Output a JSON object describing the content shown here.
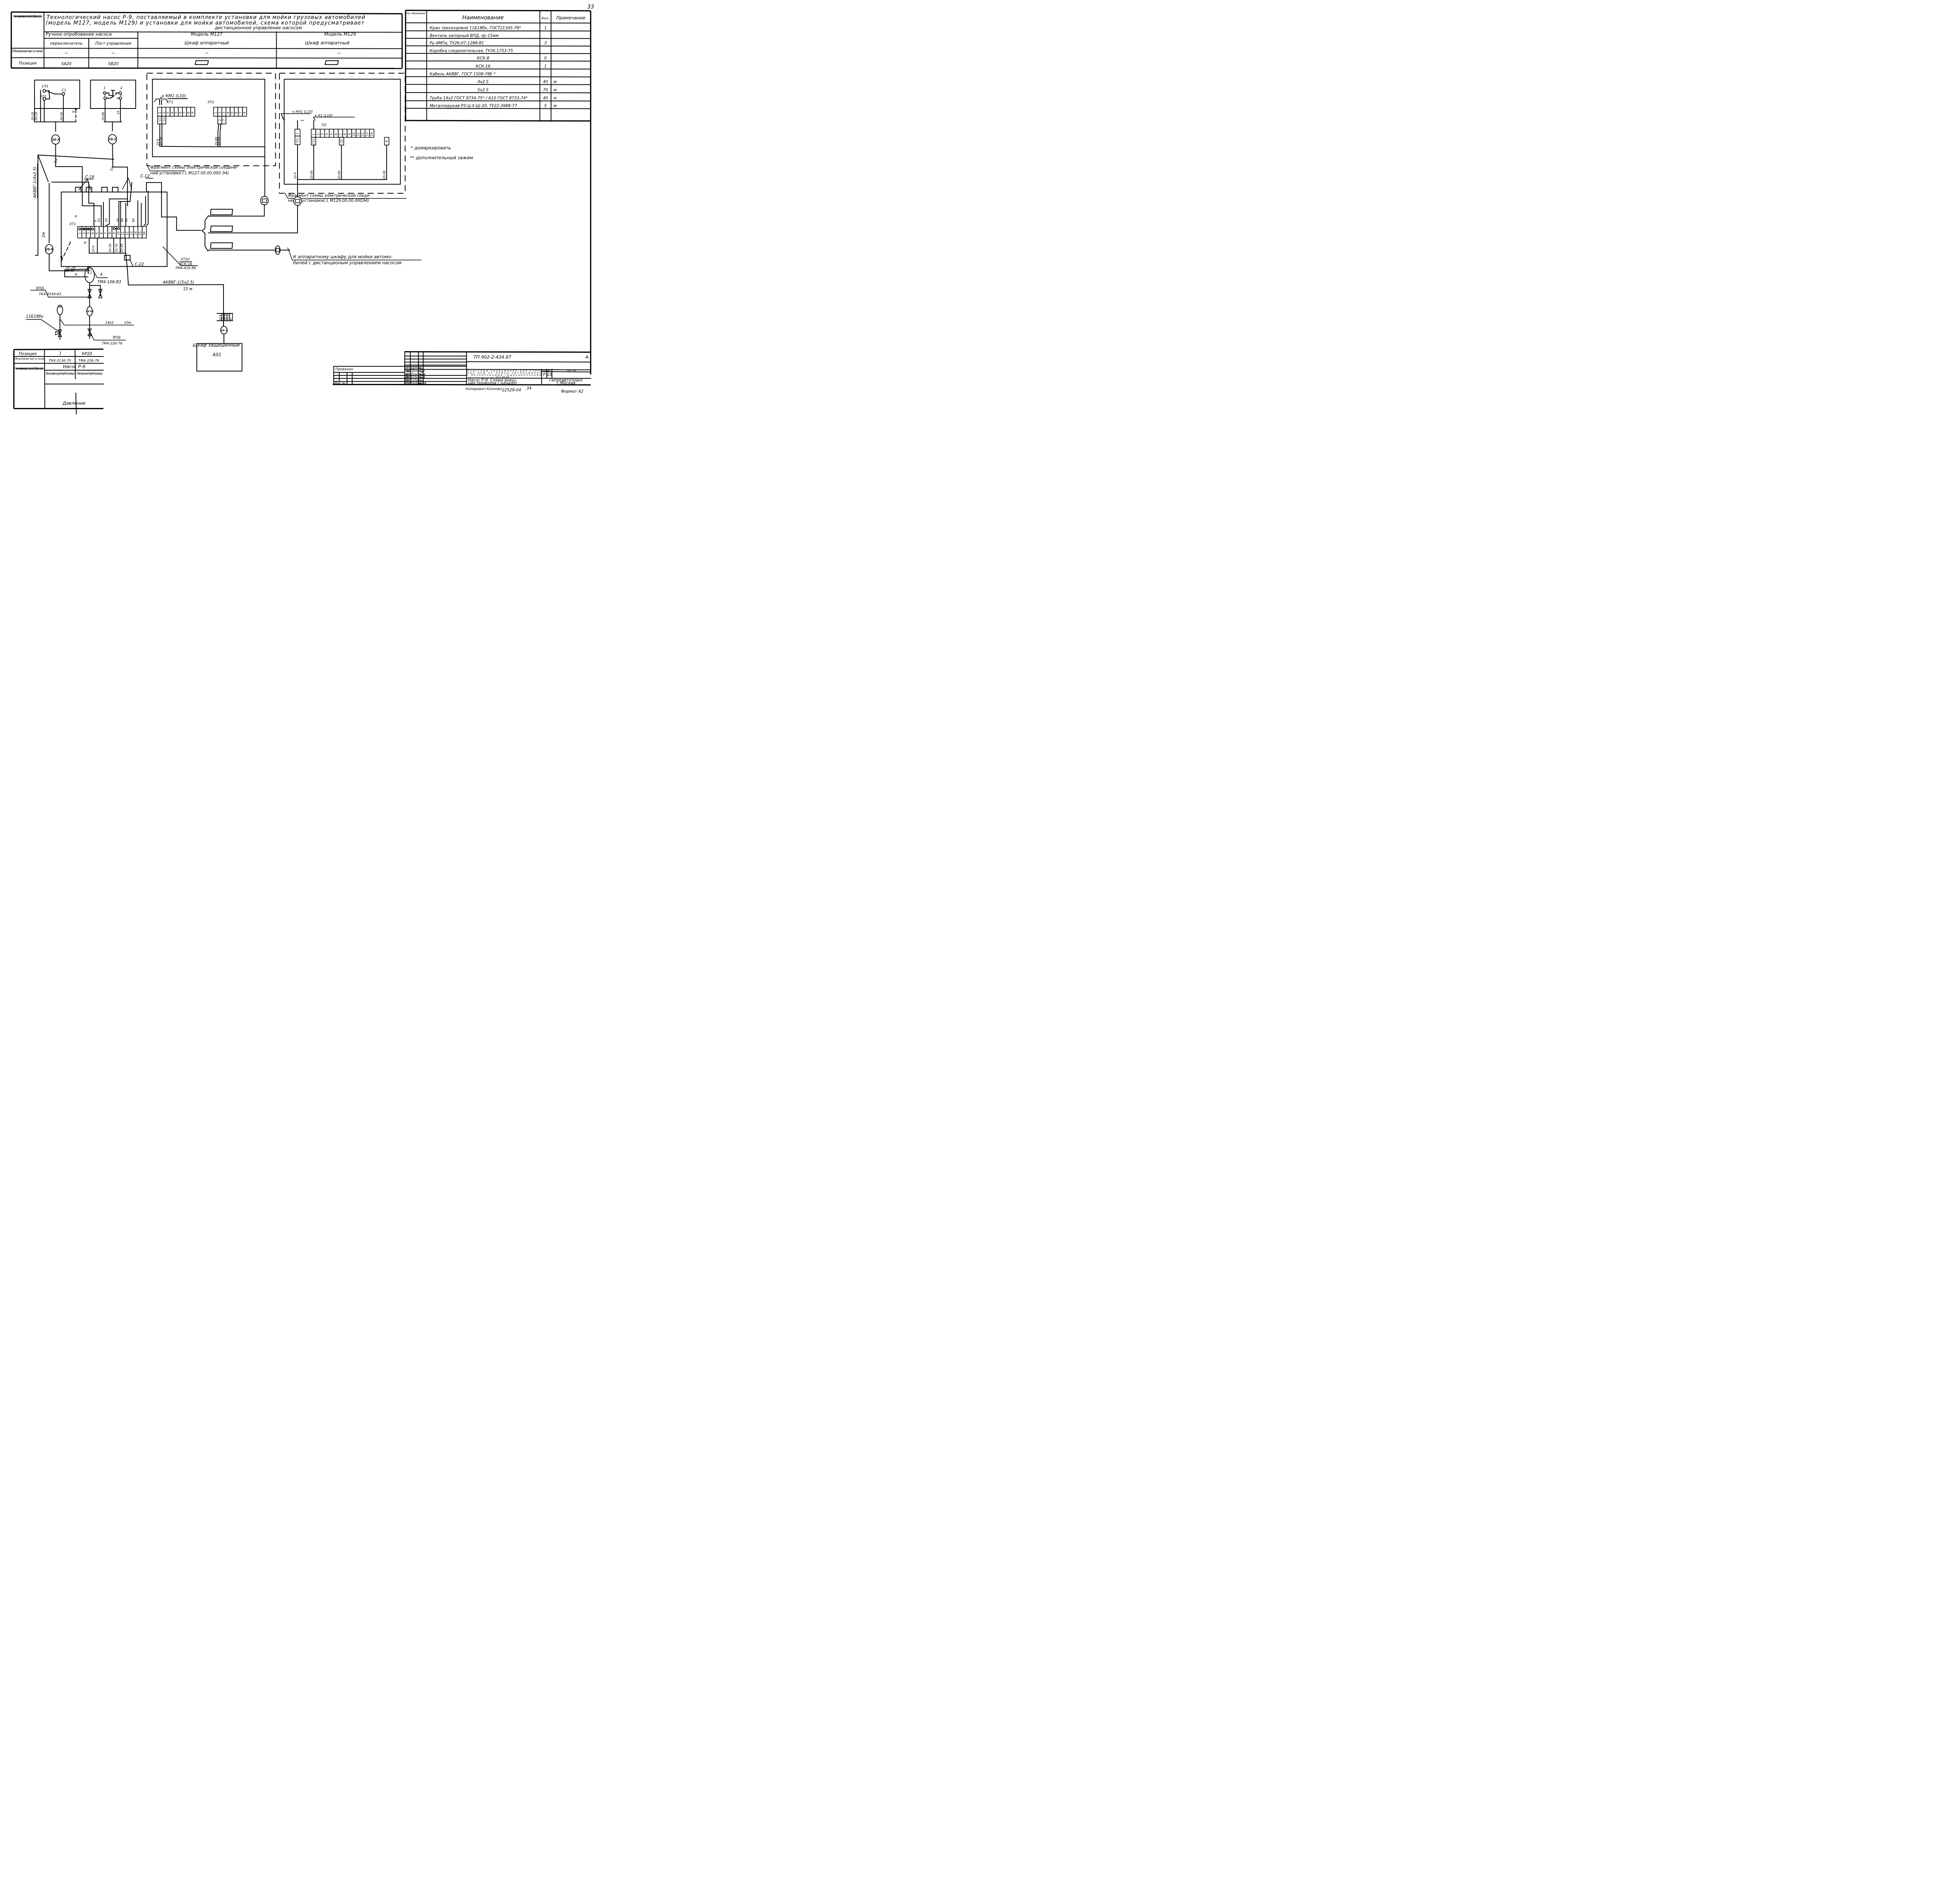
{
  "page_number": "33",
  "header_table": {
    "row_header": "Наименование параметра и место отбора импульса",
    "title_line1": "Технологический насос Р-9, поставляемый в комплекте установки для мойки грузовых автомобилей",
    "title_line2": "(модель М127, модель М129) и установки для мойки автомобилей, схема которой предусматривает",
    "title_line3": "дистанционное управление насосом",
    "manual_test": "Ручное опробование насоса",
    "switch": "переключатель",
    "control_post": "Пост управления",
    "model_m127": "Модель М127",
    "cabinet_m127": "Шкаф аппаратный",
    "model_m129": "Модель М129",
    "cabinet_m129": "Шкаф аппаратный",
    "designation_label": "Обозначение черт. установ.",
    "designation_values": [
      "—",
      "—",
      "—",
      "—"
    ],
    "position_label": "Позиция",
    "position_values": [
      "SA20",
      "SB20"
    ]
  },
  "spec_table": {
    "headers": {
      "pos": "Поз. обозначение",
      "name": "Наименование",
      "qty": "Кол.",
      "note": "Примечание"
    },
    "rows": [
      {
        "name": "Кран трехходовой 11Б18бк, ГОСТ21345-78*",
        "qty": "1",
        "note": ""
      },
      {
        "name": "Вентиль запорный ВПД, dу-15мм",
        "qty": "",
        "note": ""
      },
      {
        "name": "Ру-4МПа, ТУ26-07-1288-81",
        "qty": "3",
        "note": ""
      },
      {
        "name": "Коробка соединительная, ТУ36.1753-75",
        "qty": "",
        "note": ""
      },
      {
        "name": "КСК-8",
        "qty": "0",
        "note": ""
      },
      {
        "name": "КСК-16",
        "qty": "1",
        "note": ""
      },
      {
        "name": "Кабель АКВВГ, ГОСТ 1508-78Е *",
        "qty": "",
        "note": ""
      },
      {
        "name": "4х2.5",
        "qty": "40",
        "note": "м"
      },
      {
        "name": "5х2.5",
        "qty": "70",
        "note": "м"
      },
      {
        "name": "Труба 14х2 ГОСТ 8734-75* / А10 ГОСТ 8733-74*",
        "qty": "40",
        "note": "м"
      },
      {
        "name": "Металлорукав Р3-Ц-Х-Ш-20, ТУ22-3988-77",
        "qty": "5",
        "note": "м"
      },
      {
        "name": "",
        "qty": "",
        "note": ""
      }
    ]
  },
  "notes": {
    "star": "* домаркировать",
    "double_star": "** дополнительный зажим"
  },
  "switch_box": {
    "terminals": [
      "1Л1",
      "2Л1",
      "С1"
    ],
    "wires": [
      "20-29",
      "20-19",
      "20-59",
      "N"
    ],
    "cable_marker": "20-3",
    "length": "1м"
  },
  "post_box": {
    "terminals": [
      "1",
      "2",
      "3",
      "4"
    ],
    "wires": [
      "20-69",
      "19"
    ],
    "cable_marker": "20-2",
    "length": "1м"
  },
  "m127_fragment": {
    "lead_label": "к КМ1 (L10)",
    "xt1_label": "XT1",
    "xt1_cells": [
      "1",
      "2",
      "3",
      "4",
      "5",
      "6",
      "7",
      "8",
      "9"
    ],
    "xt1_sub": [
      "*23",
      "*23"
    ],
    "xt1_wires": [
      "20-9",
      "20-59"
    ],
    "xt2_label": "XT2",
    "xt2_cells": [
      "1",
      "2",
      "3",
      "4",
      "5",
      "6",
      "7",
      "8"
    ],
    "xt2_sub": [
      "2",
      "7"
    ],
    "xt2_wires": [
      "20-69",
      "20-49"
    ],
    "caption_line1": "Фрагмент схемы электрической соедине-",
    "caption_line2": "ний установки ( L М127.00.00.000 Э4)"
  },
  "m129_fragment": {
    "lead_kh1": "к КН1 (L10)",
    "lead_k1": "к К1 (L10)",
    "extra_marks": "**",
    "single_cells": [
      "1",
      "*21"
    ],
    "p2_label": "П2",
    "p2_cells": [
      "1",
      "2",
      "3",
      "4",
      "5",
      "6",
      "7",
      "8",
      "9",
      "10",
      "11",
      "12",
      "13",
      "14"
    ],
    "p2_sub": [
      "*21",
      "10",
      "6"
    ],
    "wires": [
      "20-9",
      "20-59",
      "20-69",
      "20-49"
    ],
    "caption_line1": "Фрагмент схемы электрической соеди-",
    "caption_line2": "нений установки( L М129.00.00.000Э4)"
  },
  "junction_box": {
    "label": "XT1",
    "cells": [
      "1",
      "2",
      "3",
      "4",
      "5",
      "6",
      "7",
      "8",
      "9",
      "10",
      "11",
      "12",
      "13",
      "14",
      "15",
      "16"
    ],
    "top_wires": [
      "N",
      "9",
      "19",
      "29",
      "39",
      "49",
      "59",
      "69"
    ],
    "bottom_wires": [
      "N",
      "20-9",
      "20-29",
      "20-39",
      "20-49"
    ],
    "gland_c16": "С-16",
    "gland_c12": "С-12",
    "gland_c22": "С-22",
    "ref_line1": "XT20",
    "ref_line2": "КСК-16",
    "ref_line3": "ТМ4-416-86"
  },
  "cables": {
    "left_vertical": "АКВВГ-1(4х2.5)",
    "left_length": "2м",
    "left_marker": "20-4",
    "bottom_cable": "АКВВГ-1(5х2.5)",
    "bottom_length": "15 м",
    "bottom_marker": "20-1"
  },
  "remote_cabinet_note": {
    "line1": "К аппаратному шкафу для мойки автомо-",
    "line2": "билей с дистанционым управлением насосом"
  },
  "sensor": {
    "wires": [
      "20-29",
      "20-39",
      "N"
    ],
    "pins": [
      "1",
      "2",
      "3",
      "4"
    ],
    "ref_num": "4",
    "ref_doc": "ТМ4-106-83",
    "valve_label": "ВПД",
    "valve_doc": "ТК4-3559-83",
    "pi_label": "PI",
    "marker": "20-05",
    "cock_label": "11Б18бк",
    "pipe_label": "14х2",
    "pipe_length": "10м",
    "valve2_label": "ВПД",
    "valve2_doc": "ТМ4-226-76"
  },
  "terminal_strip": [
    "20-9",
    "20-29",
    "20-39",
    "20-49",
    "N"
  ],
  "protected_cabinet": {
    "line1": "Шкаф защищенный",
    "line2": "AS1"
  },
  "bottom_table": {
    "position_label": "Позиция",
    "position_values": [
      "1",
      "КР20"
    ],
    "designation_label": "Обозначение черт установ",
    "designation_values": [
      "ТК4-3136-70",
      "ТМ4-226-76"
    ],
    "name_label": "Наименование параметра и места отбора импульса",
    "pump": "Насос Р-9",
    "suction": "Всасывающий трубопровод",
    "discharge": "Напорный трубопровод",
    "pressure": "Давление"
  },
  "title_block": {
    "doc_number": "ТП 902-2-434.87",
    "album": "А",
    "bound": "Привязан:",
    "inv": "Инв. №",
    "roles": [
      {
        "role": "ГИП",
        "name": "Белоус"
      },
      {
        "role": "Нач.отд.",
        "name": "Шунский"
      },
      {
        "role": "Н.контр.",
        "name": "Кузнецов"
      },
      {
        "role": "Гл.спец",
        "name": "Кузнецов"
      },
      {
        "role": "Рук гр.",
        "name": "Тутов"
      },
      {
        "role": "Инж.",
        "name": "Калмыков"
      }
    ],
    "project_line1": "Очистные сооружения для сточ-",
    "project_line2": "ных вод от мойки автомобилей",
    "project_line3": "с безнапорными гидроциклонами",
    "project_line4": "Q = 10 л/с",
    "stage_label": "Стадия",
    "sheet_label": "Лист",
    "sheets_label": "Листов",
    "stage": "Р",
    "sheet": "23",
    "sheets": "",
    "drawing_title1": "Насос Р-9. Схема внеш-",
    "drawing_title2": "них проводок ( начало)",
    "org1": "Гипроавтотранс",
    "org2": "г.Москва"
  },
  "footer": {
    "copied": "Копировал Коннова",
    "order": "22529-04",
    "sheet_no": "34",
    "format": "Формат А2"
  }
}
